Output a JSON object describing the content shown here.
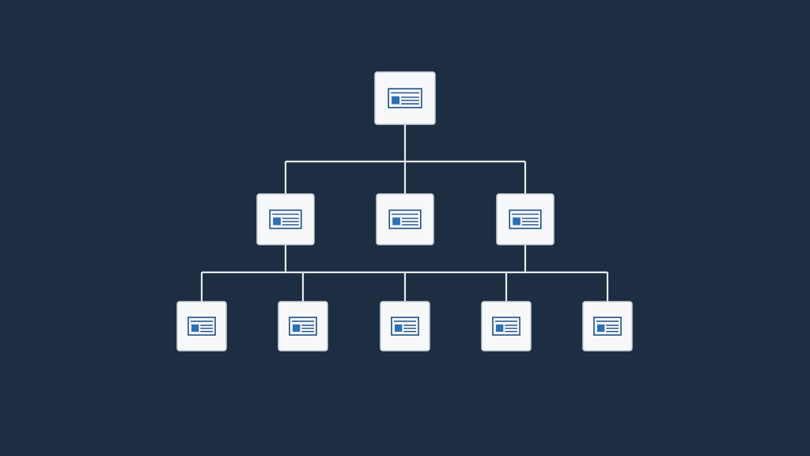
{
  "colors": {
    "background": "#1e2e42",
    "connector": "#e6eaef",
    "node_fill": "#f7f8fa",
    "node_border": "#c9d1da",
    "icon_primary": "#1e4f86",
    "icon_accent": "#2d6fb3"
  },
  "diagram": {
    "type": "hierarchy-tree",
    "levels": 3,
    "root": {
      "id": "root",
      "icon": "document-card-icon",
      "children": [
        {
          "id": "level2-left",
          "icon": "document-card-icon",
          "children": [
            "level3-1",
            "level3-2",
            "level3-3"
          ]
        },
        {
          "id": "level2-center",
          "icon": "document-card-icon",
          "children": []
        },
        {
          "id": "level2-right",
          "icon": "document-card-icon",
          "children": [
            "level3-4",
            "level3-5"
          ]
        }
      ]
    },
    "leaves": [
      {
        "id": "level3-1",
        "icon": "document-card-icon"
      },
      {
        "id": "level3-2",
        "icon": "document-card-icon"
      },
      {
        "id": "level3-3",
        "icon": "document-card-icon"
      },
      {
        "id": "level3-4",
        "icon": "document-card-icon"
      },
      {
        "id": "level3-5",
        "icon": "document-card-icon"
      }
    ]
  }
}
